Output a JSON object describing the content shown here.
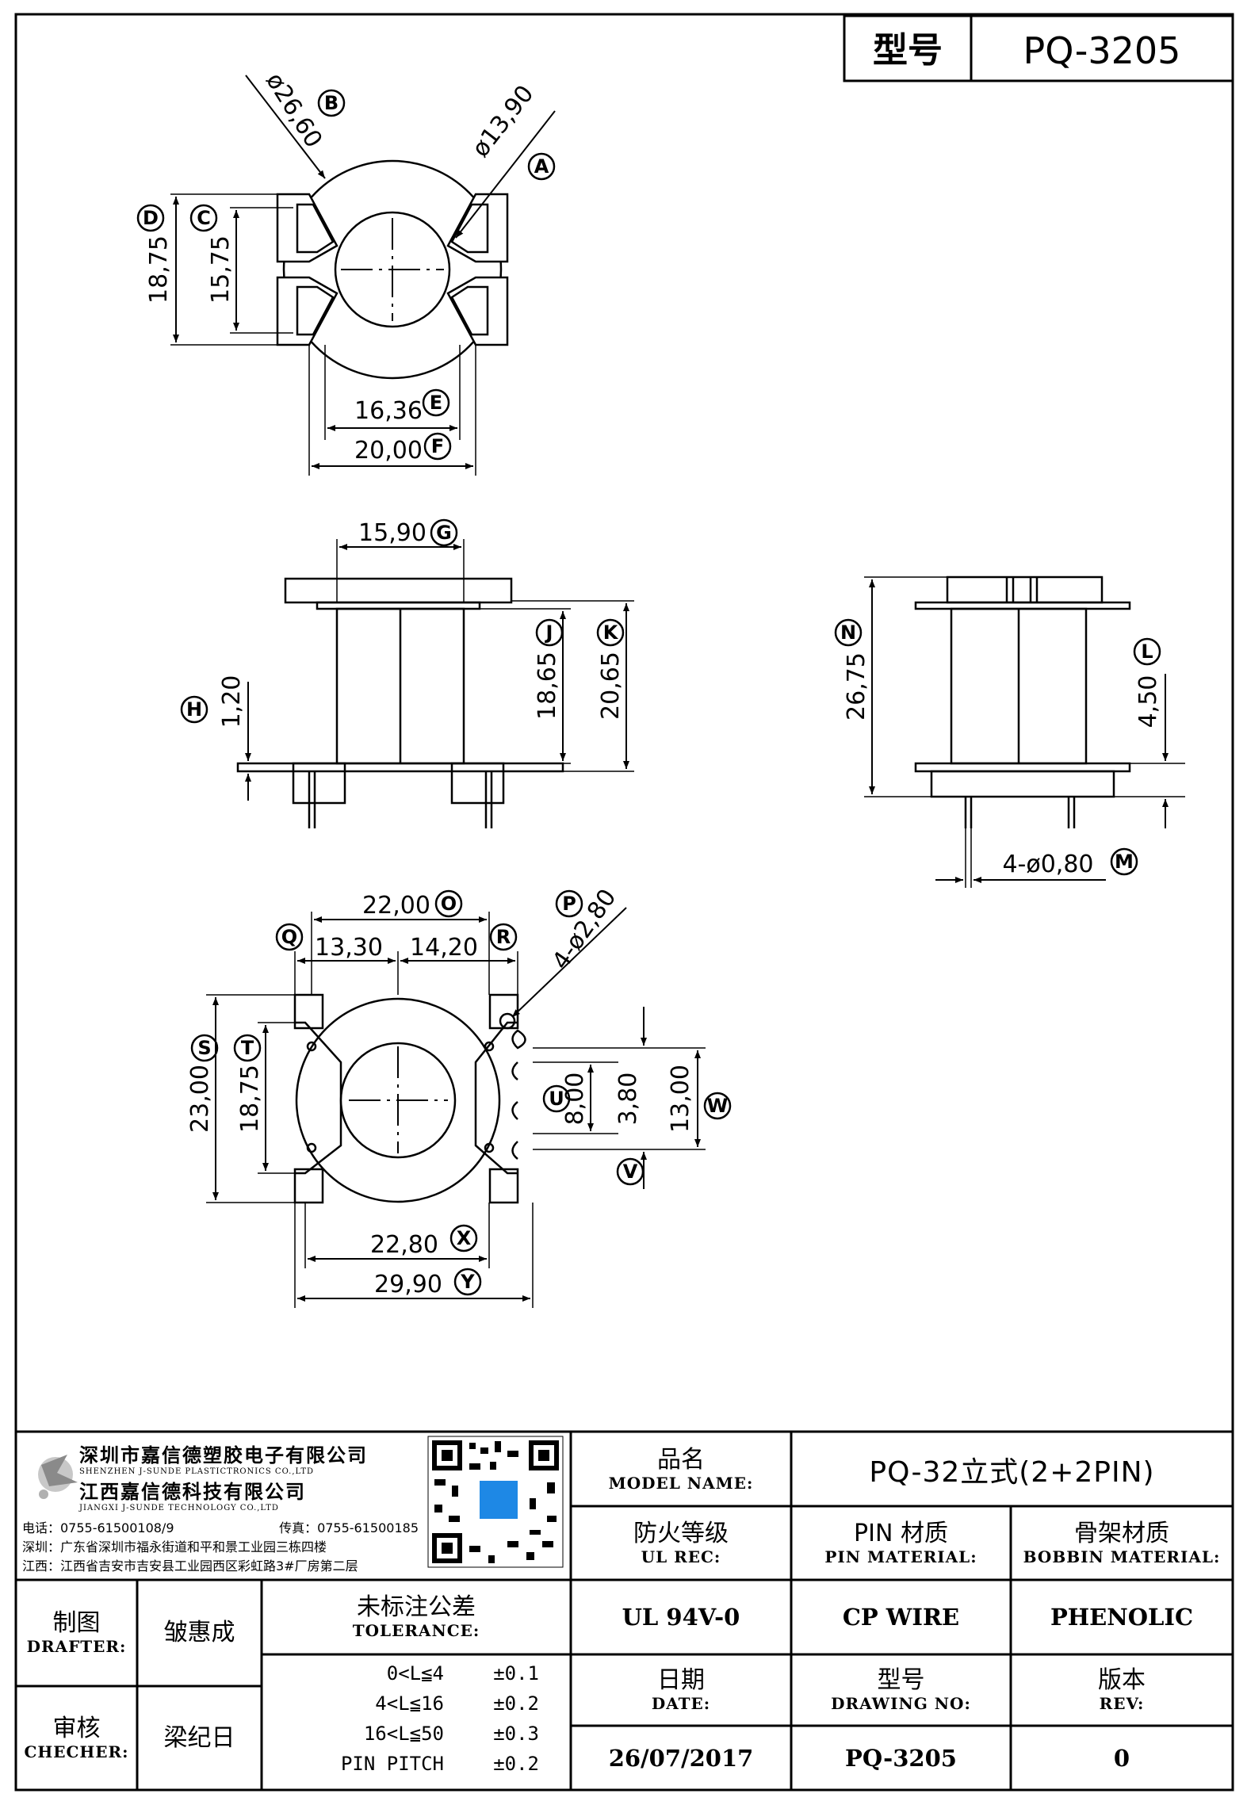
{
  "model_box": {
    "label": "型号",
    "value": "PQ-3205"
  },
  "top_view": {
    "dims": {
      "d_outer": "ø26,60",
      "d_inner": "ø13,90",
      "h_outer": "18,75",
      "h_inner": "15,75",
      "w_inner": "16,36",
      "w_outer": "20,00"
    },
    "refs": {
      "A": "A",
      "B": "B",
      "C": "C",
      "D": "D",
      "E": "E",
      "F": "F"
    }
  },
  "front_view": {
    "dims": {
      "g": "15,90",
      "h": "1,20",
      "j": "18,65",
      "k": "20,65"
    },
    "refs": {
      "G": "G",
      "H": "H",
      "J": "J",
      "K": "K"
    }
  },
  "side_view": {
    "dims": {
      "n": "26,75",
      "l": "4,50",
      "m": "4-ø0,80"
    },
    "refs": {
      "N": "N",
      "L": "L",
      "M": "M"
    }
  },
  "bottom_view": {
    "dims": {
      "o": "22,00",
      "q": "13,30",
      "r": "14,20",
      "p": "4-ø2,80",
      "s": "23,00",
      "t": "18,75",
      "u": "8,00",
      "v": "3,80",
      "w": "13,00",
      "x": "22,80",
      "y": "29,90"
    },
    "refs": {
      "O": "O",
      "P": "P",
      "Q": "Q",
      "R": "R",
      "S": "S",
      "T": "T",
      "U": "U",
      "V": "V",
      "W": "W",
      "X": "X",
      "Y": "Y"
    }
  },
  "company": {
    "name_cn_1": "深圳市嘉信德塑胶电子有限公司",
    "name_en_1": "SHENZHEN J-SUNDE PLASTICTRONICS CO.,LTD",
    "name_cn_2": "江西嘉信德科技有限公司",
    "name_en_2": "JIANGXI J-SUNDE TECHNOLOGY CO.,LTD",
    "phone": "电话：0755-61500108/9",
    "fax": "传真：0755-61500185",
    "addr_sz": "深圳：广东省深圳市福永街道和平和景工业园三栋四楼",
    "addr_jx": "江西：江西省吉安市吉安县工业园西区彩虹路3#厂房第二层"
  },
  "title_block": {
    "model_name_cn": "品名",
    "model_name_en": "MODEL NAME:",
    "model_name_value": "PQ-32立式(2+2PIN)",
    "ul_cn": "防火等级",
    "ul_en": "UL REC:",
    "ul_value": "UL 94V-0",
    "pin_cn": "PIN 材质",
    "pin_en": "PIN MATERIAL:",
    "pin_value": "CP WIRE",
    "bobbin_cn": "骨架材质",
    "bobbin_en": "BOBBIN MATERIAL:",
    "bobbin_value": "PHENOLIC",
    "drafter_cn": "制图",
    "drafter_en": "DRAFTER:",
    "drafter_value": "皱惠成",
    "checker_cn": "审核",
    "checker_en": "CHECHER:",
    "checker_value": "梁纪日",
    "tolerance_cn": "未标注公差",
    "tolerance_en": "TOLERANCE:",
    "tol_rows": [
      {
        "range": "0<L≦4",
        "value": "±0.1"
      },
      {
        "range": "4<L≦16",
        "value": "±0.2"
      },
      {
        "range": "16<L≦50",
        "value": "±0.3"
      },
      {
        "range": "PIN PITCH",
        "value": "±0.2"
      }
    ],
    "date_cn": "日期",
    "date_en": "DATE:",
    "date_value": "26/07/2017",
    "drawing_cn": "型号",
    "drawing_en": "DRAWING NO:",
    "drawing_value": "PQ-3205",
    "rev_cn": "版本",
    "rev_en": "REV:",
    "rev_value": "0"
  }
}
